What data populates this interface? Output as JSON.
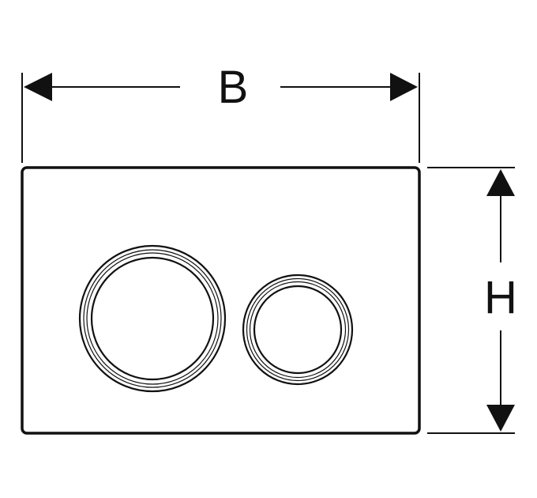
{
  "dimensions": {
    "width_label": "B",
    "height_label": "H"
  },
  "colors": {
    "line": "#111111",
    "background": "#ffffff"
  },
  "shapes": {
    "plate": "rounded-rectangle",
    "buttons": [
      "large-round-button",
      "small-round-button"
    ]
  }
}
